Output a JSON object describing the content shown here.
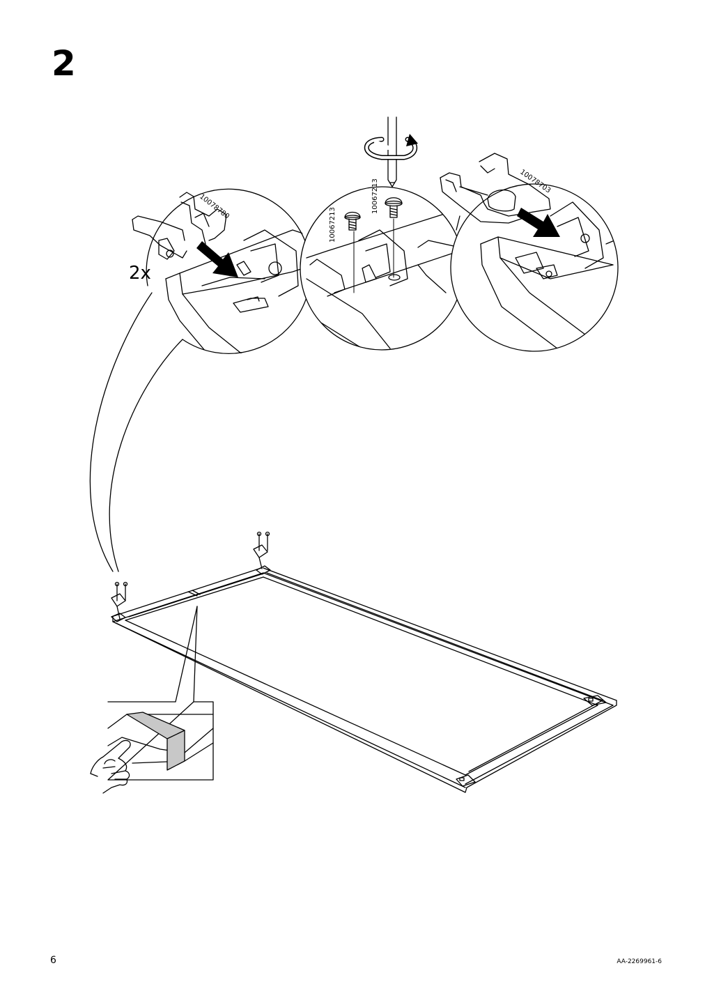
{
  "page": {
    "step_number": "2",
    "page_number": "6",
    "doc_code": "AA-2269961-6"
  },
  "parts": {
    "left_part_id": "10078780",
    "left_quantity": "2x",
    "screw_id_a": "10067213",
    "screw_id_b": "10067213",
    "right_part_id": "10078703"
  },
  "colors": {
    "line": "#000000",
    "highlight": "#c8c8c8",
    "background": "#ffffff"
  },
  "icons": {
    "rotation": "rotate-arrow-icon",
    "screwdriver": "hex-key-icon",
    "hand": "pointing-hand-icon",
    "screw": "screw-icon",
    "push_arrow": "push-arrow-icon"
  }
}
